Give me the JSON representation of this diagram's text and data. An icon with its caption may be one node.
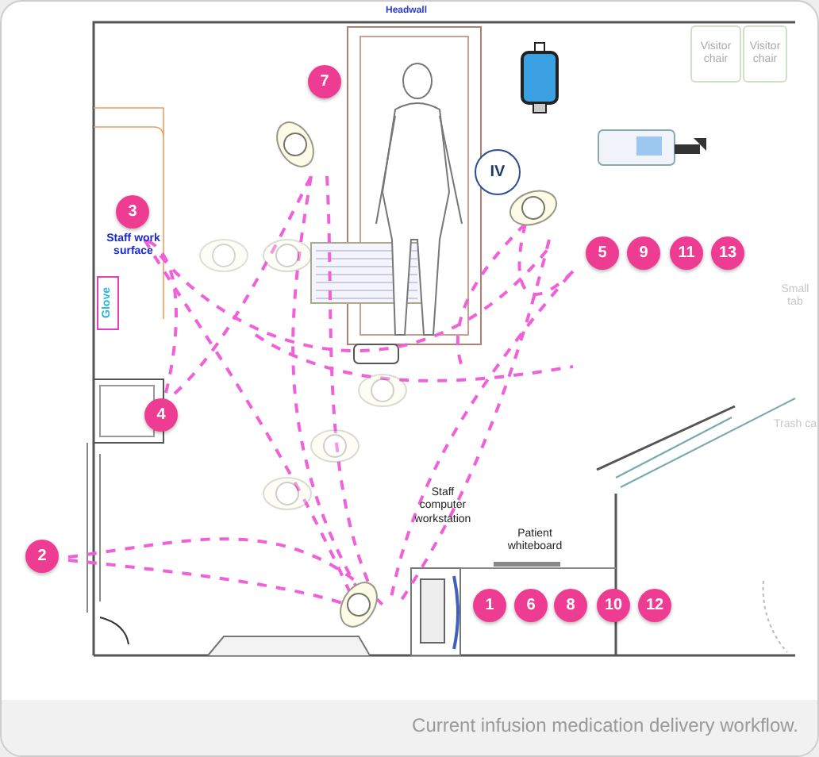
{
  "diagram": {
    "caption": "Current infusion medication delivery workflow.",
    "nodes": [
      {
        "text": [
          "Visitor chair"
        ]
      },
      {
        "text": [
          "Visitor chair"
        ]
      },
      {
        "text": [
          "IV"
        ]
      },
      {
        "text": [
          "Glove"
        ]
      }
    ],
    "labels": [
      "Headwall",
      "7",
      "3",
      "Staff work surface",
      "5",
      "9",
      "11",
      "13",
      "Small tab",
      "4",
      "Trash ca",
      "2",
      "Staff computer workstation",
      "Patient whiteboard",
      "1",
      "6",
      "8",
      "10",
      "12"
    ]
  }
}
